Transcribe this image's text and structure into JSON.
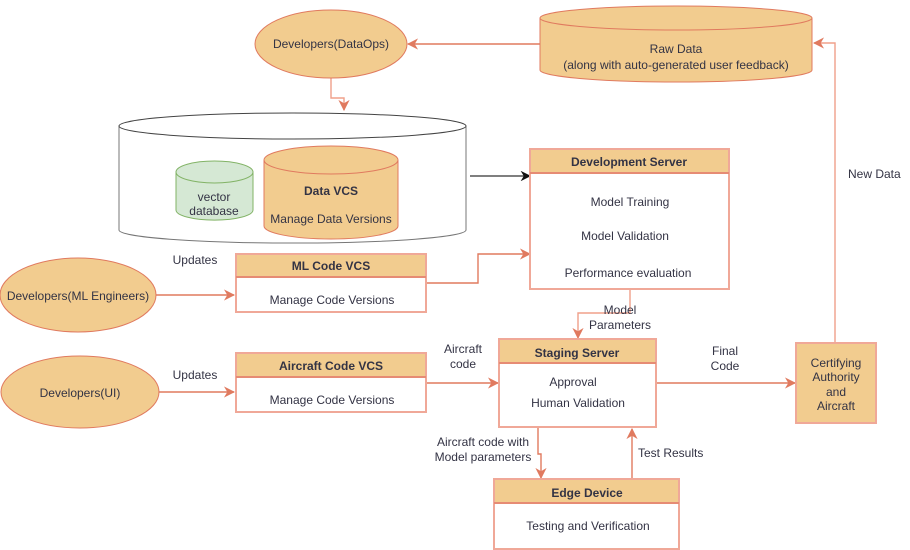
{
  "nodes": {
    "dataops": {
      "label": "Developers(DataOps)"
    },
    "raw_data": {
      "line1": "Raw Data",
      "line2": "(along with auto-generated user feedback)"
    },
    "vector_db": {
      "line1": "vector",
      "line2": "database"
    },
    "data_vcs": {
      "title": "Data VCS",
      "body": "Manage Data Versions"
    },
    "dev_server": {
      "title": "Development Server",
      "items": [
        "Model Training",
        "Model Validation",
        "Performance evaluation"
      ]
    },
    "ml_engineers": {
      "label": "Developers(ML Engineers)"
    },
    "ml_code_vcs": {
      "title": "ML Code VCS",
      "body": "Manage Code Versions"
    },
    "ui_devs": {
      "label": "Developers(UI)"
    },
    "aircraft_code_vcs": {
      "title": "Aircraft Code VCS",
      "body": "Manage Code Versions"
    },
    "staging_server": {
      "title": "Staging Server",
      "items": [
        "Approval",
        "Human Validation"
      ]
    },
    "edge_device": {
      "title": "Edge Device",
      "body": "Testing and Verification"
    },
    "certifying": {
      "lines": [
        "Certifying",
        "Authority",
        "and",
        "Aircraft"
      ]
    }
  },
  "edge_labels": {
    "updates_ml": "Updates",
    "updates_ui": "Updates",
    "model_parameters": [
      "Model",
      "Parameters"
    ],
    "aircraft_code": [
      "Aircraft",
      "code"
    ],
    "final_code": [
      "Final",
      "Code"
    ],
    "aircraft_code_with_params": [
      "Aircraft code with",
      "Model parameters"
    ],
    "test_results": "Test Results",
    "new_data": "New Data"
  }
}
